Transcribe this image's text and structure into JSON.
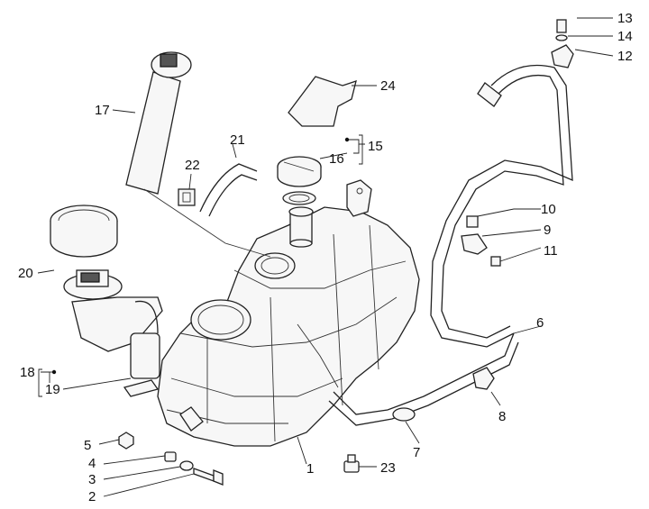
{
  "diagram": {
    "labels": {
      "l1": "1",
      "l2": "2",
      "l3": "3",
      "l4": "4",
      "l5": "5",
      "l6": "6",
      "l7": "7",
      "l8": "8",
      "l9": "9",
      "l10": "10",
      "l11": "11",
      "l12": "12",
      "l13": "13",
      "l14": "14",
      "l15": "15",
      "l16": "16",
      "l17": "17",
      "l18": "18",
      "l19": "19",
      "l20": "20",
      "l21": "21",
      "l22": "22",
      "l23": "23",
      "l24": "24"
    }
  }
}
